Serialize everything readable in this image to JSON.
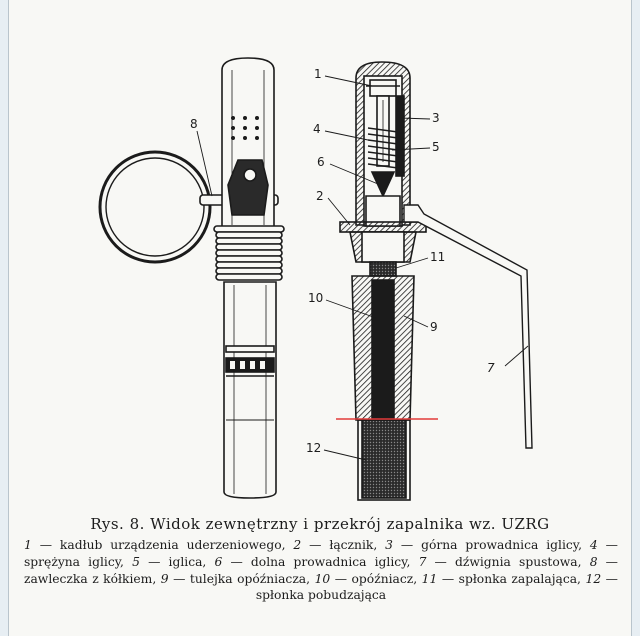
{
  "figure": {
    "part_labels": [
      "1",
      "2",
      "3",
      "4",
      "5",
      "6",
      "7",
      "8",
      "9",
      "10",
      "11",
      "12"
    ],
    "colors": {
      "ink": "#1b1b1b",
      "paper": "#f8f8f5",
      "marker": "#e23a3a"
    }
  },
  "caption": {
    "title": "Rys. 8. Widok zewnętrzny i przekrój zapalnika wz. UZRG",
    "entries": [
      {
        "num": "1",
        "text": "kadłub urządzenia uderzeniowego,"
      },
      {
        "num": "2",
        "text": "łącznik,"
      },
      {
        "num": "3",
        "text": "górna prowadnica iglicy,"
      },
      {
        "num": "4",
        "text": "sprężyna iglicy,"
      },
      {
        "num": "5",
        "text": "iglica,"
      },
      {
        "num": "6",
        "text": "dolna prowadnica iglicy,"
      },
      {
        "num": "7",
        "text": "dźwignia spustowa,"
      },
      {
        "num": "8",
        "text": "zawleczka z kółkiem,"
      },
      {
        "num": "9",
        "text": "tulejka opóźniacza,"
      },
      {
        "num": "10",
        "text": "opóźniacz,"
      },
      {
        "num": "11",
        "text": "spłonka zapalająca,"
      },
      {
        "num": "12",
        "text": "spłonka pobudzająca"
      }
    ]
  }
}
